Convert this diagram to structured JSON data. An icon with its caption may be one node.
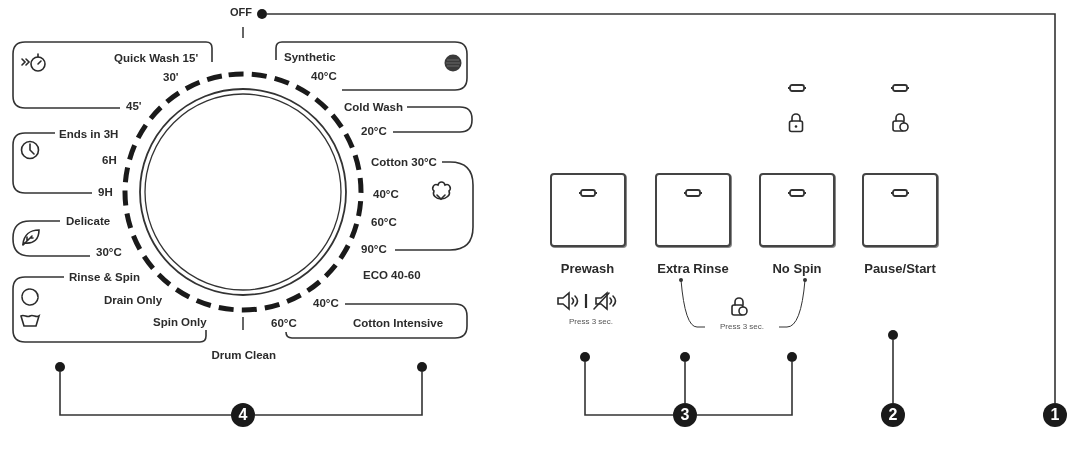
{
  "diagram": {
    "nodes": [
      {
        "text": [
          "Quick Wash 15'",
          "30'",
          "45'"
        ]
      },
      {
        "text": [
          "Ends in 3H",
          "6H",
          "9H"
        ]
      },
      {
        "text": [
          "Delicate",
          "30°C"
        ]
      },
      {
        "text": [
          "Rinse & Spin",
          "Drain Only",
          "Spin Only"
        ]
      },
      {
        "text": [
          "Synthetic",
          "40°C"
        ]
      },
      {
        "text": [
          "Cold Wash",
          "20°C"
        ]
      },
      {
        "text": [
          "Cotton 30°C",
          "40°C",
          "60°C",
          "90°C"
        ]
      },
      {
        "text": [
          "40°C",
          "60°C",
          "Cotton Intensive"
        ]
      },
      {
        "text": [
          "Prewash"
        ]
      },
      {
        "text": [
          "Extra Rinse"
        ]
      },
      {
        "text": [
          "No Spin"
        ]
      },
      {
        "text": [
          "Pause/Start"
        ]
      },
      {
        "text": [
          "Press 3 sec."
        ]
      },
      {
        "text": [],
        "shape": "circle"
      },
      {
        "text": [],
        "shape": "circle"
      },
      {
        "text": [],
        "shape": "circle"
      },
      {
        "text": [],
        "shape": "circle"
      },
      {
        "text": [],
        "shape": "circle"
      },
      {
        "text": [],
        "shape": "circle"
      },
      {
        "text": [],
        "shape": "circle"
      },
      {
        "text": [
          "1"
        ]
      },
      {
        "text": [
          "2"
        ]
      },
      {
        "text": [
          "3"
        ]
      },
      {
        "text": [
          "4"
        ]
      }
    ],
    "edges": [
      {
        "from": 12,
        "to": 9,
        "arrow": "other"
      },
      {
        "from": 12,
        "to": 10,
        "arrow": "other"
      },
      {
        "from": 20,
        "to": 13,
        "arrow": "none"
      },
      {
        "from": 21,
        "to": 14,
        "arrow": "none"
      },
      {
        "from": 22,
        "to": 15,
        "arrow": "none"
      },
      {
        "from": 22,
        "to": 16,
        "arrow": "none"
      },
      {
        "from": 22,
        "to": 17,
        "arrow": "none"
      },
      {
        "from": 23,
        "to": 18,
        "arrow": "none"
      },
      {
        "from": 23,
        "to": 19,
        "arrow": "none"
      }
    ],
    "labels": [
      "OFF",
      "ECO 40-60",
      "Drum Clean",
      "Press 3 sec."
    ]
  }
}
